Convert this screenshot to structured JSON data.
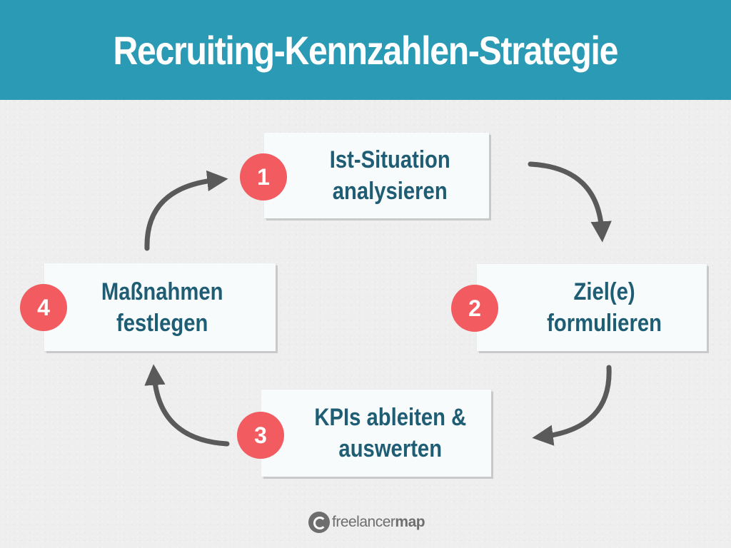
{
  "title": "Recruiting-Kennzahlen-Strategie",
  "steps": [
    {
      "number": "1",
      "label": "Ist-Situation\nanalysieren"
    },
    {
      "number": "2",
      "label": "Ziel(e)\nformulieren"
    },
    {
      "number": "3",
      "label": "KPIs ableiten &\nauswerten"
    },
    {
      "number": "4",
      "label": "Maßnahmen\nfestlegen"
    }
  ],
  "logo": {
    "light": "freelancer",
    "bold": "map"
  },
  "colors": {
    "header_bg": "#2b9ab5",
    "badge": "#f25c61",
    "step_text": "#1f5d74",
    "arrow": "#5a5a5a"
  },
  "icons": {
    "arrows": "curved-arrow-icon",
    "logo": "freelancermap-logo-icon"
  }
}
